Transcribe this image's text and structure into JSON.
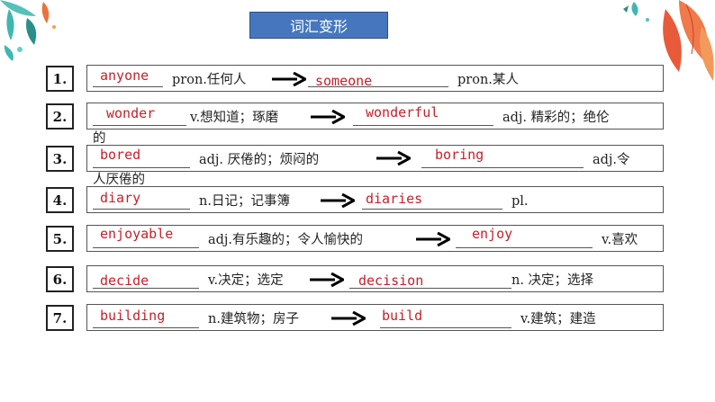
{
  "title": "词汇变形",
  "rows": [
    {
      "num": "1.",
      "word1": "anyone",
      "desc1": "pron.任何人",
      "word2": "someone",
      "desc2": "pron.某人",
      "desc2b": ""
    },
    {
      "num": "2.",
      "word1": "wonder",
      "desc1": "v.想知道；琢磨",
      "word2": "wonderful",
      "desc2": "adj.  精彩的；绝伦",
      "desc2b": "的"
    },
    {
      "num": "3.",
      "word1": "bored",
      "desc1": "adj.  厌倦的；烦闷的",
      "word2": "boring",
      "desc2": "adj.令",
      "desc2b": "人厌倦的"
    },
    {
      "num": "4.",
      "word1": "diary",
      "desc1": "n.日记；记事簿",
      "word2": "diaries",
      "desc2": "pl.",
      "desc2b": ""
    },
    {
      "num": "5.",
      "word1": "enjoyable",
      "desc1": "adj.有乐趣的；令人愉快的",
      "word2": "enjoy",
      "desc2": "v.喜欢",
      "desc2b": ""
    },
    {
      "num": "6.",
      "word1": "decide",
      "desc1": "v.决定；选定",
      "word2": "decision",
      "desc2": "n.  决定；选择",
      "desc2b": ""
    },
    {
      "num": "7.",
      "word1": "building",
      "desc1": "n.建筑物；房子",
      "word2": "build",
      "desc2": "v.建筑；建造",
      "desc2b": ""
    }
  ],
  "colors": {
    "title_bg": "#4677be",
    "answer": "#c8202a",
    "arrow": "#000000"
  },
  "icons": [
    "leaf-decoration-top-left",
    "leaf-decoration-top-right",
    "right-arrow-icon"
  ]
}
